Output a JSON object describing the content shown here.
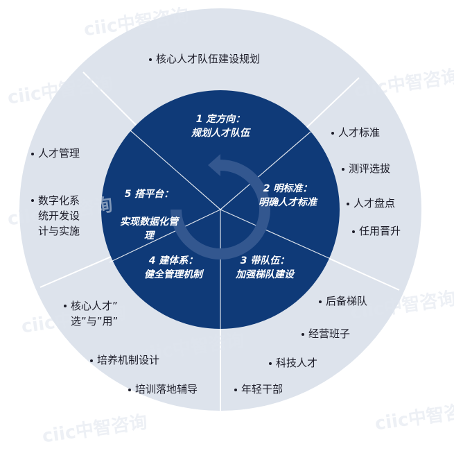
{
  "colors": {
    "outer_ring": "#dde3ec",
    "inner_disc": "#0f3a78",
    "divider": "#ffffff",
    "arrow": "#33578f"
  },
  "watermark": "ciic中智咨询",
  "center_icon": "circular-arrow-icon",
  "steps": [
    {
      "title": "1 定方向：",
      "subtitle": "规划人才队伍"
    },
    {
      "title": "2 明标准：",
      "subtitle": "明确人才标准"
    },
    {
      "title": "3 带队伍：",
      "subtitle": "加强梯队建设"
    },
    {
      "title": "4 建体系：",
      "subtitle": "健全管理机制"
    },
    {
      "title": "5 搭平台：",
      "subtitle": "实现数据化管\n理"
    }
  ],
  "outer_sections": {
    "top": [
      "核心人才队伍建设规划"
    ],
    "right": [
      "人才标准",
      "测评选拔",
      "人才盘点",
      "任用晋升"
    ],
    "bottom_right": [
      "后备梯队",
      "经营班子",
      "科技人才",
      "年轻干部"
    ],
    "bottom_left": [
      "核心人才”\n选”与”用”",
      "培养机制设计",
      "培训落地辅导"
    ],
    "left": [
      "人才管理",
      "数字化系\n统开发设\n计与实施"
    ]
  }
}
